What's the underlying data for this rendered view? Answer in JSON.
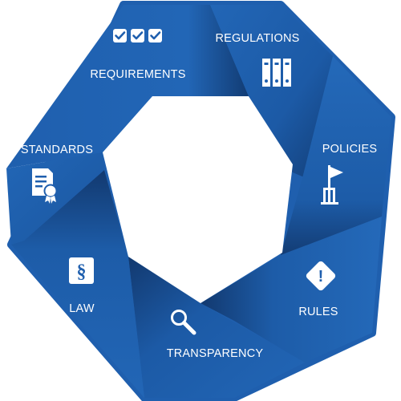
{
  "diagram": {
    "colors": {
      "base": "#1f5fae",
      "light": "#2a73c8",
      "shade": "#133f7a",
      "text": "#ffffff",
      "background": "#ffffff"
    },
    "segments": [
      {
        "label": "REQUIREMENTS",
        "icon": "three-checkboxes-icon"
      },
      {
        "label": "REGULATIONS",
        "icon": "binders-icon"
      },
      {
        "label": "POLICIES",
        "icon": "flag-pole-icon"
      },
      {
        "label": "RULES",
        "icon": "warning-diamond-icon"
      },
      {
        "label": "TRANSPARENCY",
        "icon": "magnifier-icon"
      },
      {
        "label": "LAW",
        "icon": "paragraph-sign-icon"
      },
      {
        "label": "STANDARDS",
        "icon": "certificate-icon"
      }
    ],
    "law_icon_glyph": "§",
    "rules_icon_glyph": "!"
  }
}
